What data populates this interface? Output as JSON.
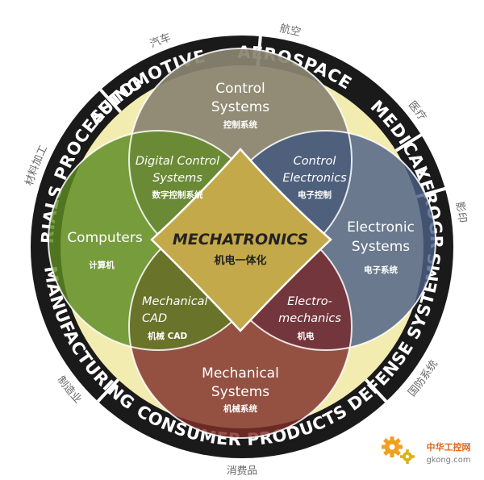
{
  "diagram": {
    "ring_labels": [
      {
        "id": "automotive",
        "text": "AUTOMOTIVE",
        "cn": "汽车"
      },
      {
        "id": "aerospace",
        "text": "AEROSPACE",
        "cn": "航空"
      },
      {
        "id": "medical",
        "text": "MEDICAL",
        "cn": "医疗"
      },
      {
        "id": "xerography",
        "text": "XEROGRAPHY",
        "cn": "影印"
      },
      {
        "id": "defense",
        "text": "DEFENSE SYSTEMS",
        "cn": "国防系统"
      },
      {
        "id": "consumer",
        "text": "CONSUMER PRODUCTS",
        "cn": "消费品"
      },
      {
        "id": "manufacturing",
        "text": "MANUFACTURING",
        "cn": "制造业"
      },
      {
        "id": "materials",
        "text": "MATERIALS PROCESSING",
        "cn": "材料加工"
      }
    ],
    "circles": {
      "control": {
        "line1": "Control",
        "line2": "Systems",
        "cn": "控制系统",
        "color": "#8a8371"
      },
      "electronic": {
        "line1": "Electronic",
        "line2": "Systems",
        "cn": "电子系统",
        "color": "#4c5f85"
      },
      "mechanical": {
        "line1": "Mechanical",
        "line2": "Systems",
        "cn": "机械系统",
        "color": "#7f2e2a"
      },
      "computers": {
        "line1": "Computers",
        "cn": "计算机",
        "color": "#5c8a22"
      }
    },
    "overlaps": {
      "digital_control": {
        "line1": "Digital Control",
        "line2": "Systems",
        "cn": "数字控制系统",
        "color": "#6f8a3a"
      },
      "control_electronics": {
        "line1": "Control",
        "line2": "Electronics",
        "cn": "电子控制",
        "color": "#4a5b7a"
      },
      "mechanical_cad": {
        "line1": "Mechanical",
        "line2": "CAD",
        "cn": "机械 CAD",
        "color": "#6b6a2a"
      },
      "electro_mechanics": {
        "line1": "Electro-",
        "line2": "mechanics",
        "cn": "机电",
        "color": "#6e3240"
      }
    },
    "center": {
      "title": "MECHATRONICS",
      "cn": "机电一体化",
      "color": "#c4a94a"
    },
    "colors": {
      "ring_dark": "#1a1a1a",
      "ring_light": "#f3ecb0",
      "divider": "#ffffff"
    }
  },
  "watermark": {
    "title": "中华工控网",
    "url": "gkong.com",
    "gear_color": "#f0a020"
  }
}
